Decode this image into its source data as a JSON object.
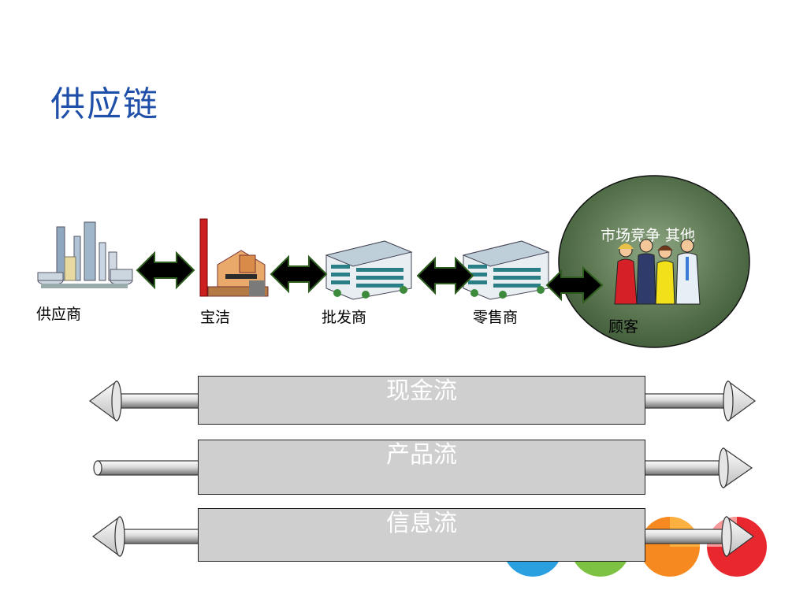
{
  "slide": {
    "title": "供应链"
  },
  "chain": {
    "nodes": [
      {
        "id": "supplier",
        "label": "供应商",
        "icon": "factory-icon"
      },
      {
        "id": "pg",
        "label": "宝洁",
        "icon": "plant-chimney-icon"
      },
      {
        "id": "wholesaler",
        "label": "批发商",
        "icon": "office-building-icon"
      },
      {
        "id": "retailer",
        "label": "零售商",
        "icon": "office-building-icon"
      },
      {
        "id": "customer",
        "label": "顾客",
        "icon": "people-group-icon"
      }
    ],
    "market_text": "市场竞争 其他"
  },
  "flows": [
    {
      "label": "现金流",
      "direction": "both"
    },
    {
      "label": "产品流",
      "direction": "right"
    },
    {
      "label": "信息流",
      "direction": "both"
    }
  ],
  "colors": {
    "title": "#1f4fa8",
    "customer_circle": "#4e6a45",
    "arrow_fill": "#000000",
    "arrow_outline": "#2e5e1e",
    "flow_box": "#cfcfcf",
    "deco_blue": "#2aa0e0",
    "deco_green": "#7dc242",
    "deco_orange": "#f6891f",
    "deco_red": "#e8282e"
  }
}
